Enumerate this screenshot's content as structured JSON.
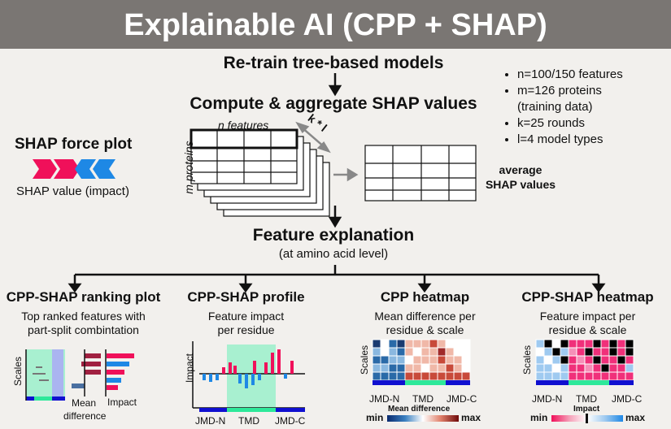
{
  "header": {
    "title": "Explainable AI (CPP + SHAP)"
  },
  "flow": {
    "step1": "Re-train tree-based models",
    "step2": "Compute & aggregate SHAP values",
    "n_features": "n features",
    "m_proteins": "m proteins",
    "k_label": "k * l",
    "average_line1": "average",
    "average_line2": "SHAP values",
    "step3": "Feature explanation",
    "step3_sub": "(at amino acid level)"
  },
  "notes": [
    "n=100/150 features",
    "m=126 proteins",
    "(training data)",
    "k=25 rounds",
    "l=4 model types"
  ],
  "force_plot": {
    "title": "SHAP force plot",
    "caption": "SHAP value (impact)",
    "pos_color": "#f0105a",
    "neg_color": "#1e88e5"
  },
  "panels": {
    "ranking": {
      "title": "CPP-SHAP ranking plot",
      "sub1": "Top ranked features with",
      "sub2": "part-split combintation",
      "scales": "Scales",
      "mean": "Mean",
      "difference": "difference",
      "impact": "Impact"
    },
    "profile": {
      "title": "CPP-SHAP profile",
      "sub1": "Feature impact",
      "sub2": "per residue",
      "impact": "Impact",
      "jmdn": "JMD-N",
      "tmd": "TMD",
      "jmdc": "JMD-C"
    },
    "cpp_heatmap": {
      "title": "CPP heatmap",
      "sub1": "Mean difference per",
      "sub2": "residue & scale",
      "scales": "Scales",
      "jmdn": "JMD-N",
      "tmd": "TMD",
      "jmdc": "JMD-C",
      "min": "min",
      "max": "max",
      "legend": "Mean difference"
    },
    "cpp_shap_heatmap": {
      "title": "CPP-SHAP heatmap",
      "sub1": "Feature impact per",
      "sub2": "residue & scale",
      "scales": "Scales",
      "jmdn": "JMD-N",
      "tmd": "TMD",
      "jmdc": "JMD-C",
      "min": "min",
      "max": "max",
      "legend": "Impact"
    }
  },
  "colors": {
    "jmd": "#1010d0",
    "tmd": "#2ee89a",
    "tmd_light": "#a8f0d0",
    "pos": "#f0105a",
    "neg": "#1e88e5"
  }
}
